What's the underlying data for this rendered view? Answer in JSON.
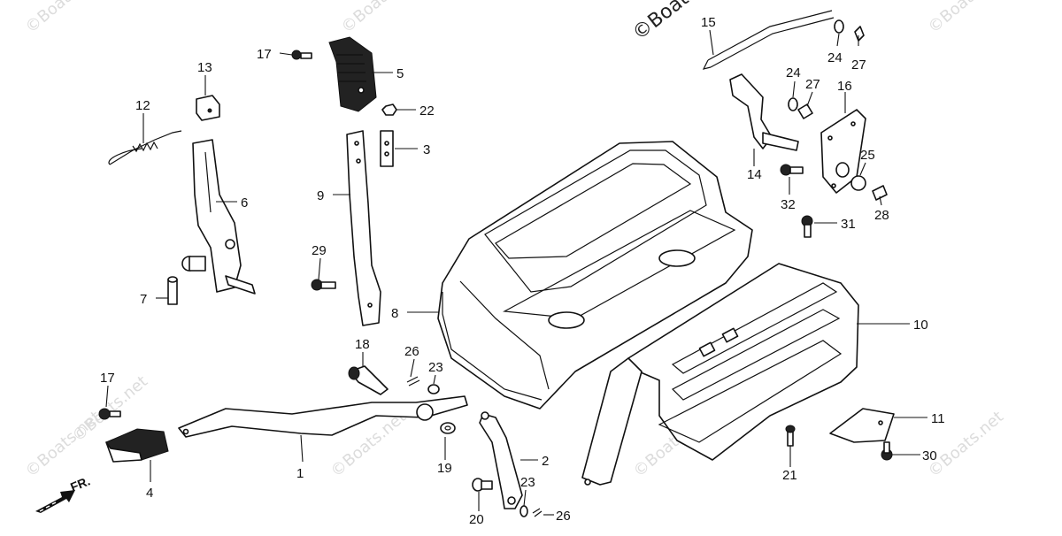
{
  "watermark": "©Boats.net",
  "brand_text": "©Boats",
  "direction_label": "FR.",
  "callouts": [
    {
      "id": "c1",
      "text": "1"
    },
    {
      "id": "c2",
      "text": "2"
    },
    {
      "id": "c3",
      "text": "3"
    },
    {
      "id": "c4",
      "text": "4"
    },
    {
      "id": "c5",
      "text": "5"
    },
    {
      "id": "c6",
      "text": "6"
    },
    {
      "id": "c7",
      "text": "7"
    },
    {
      "id": "c8",
      "text": "8"
    },
    {
      "id": "c9",
      "text": "9"
    },
    {
      "id": "c10",
      "text": "10"
    },
    {
      "id": "c11",
      "text": "11"
    },
    {
      "id": "c12",
      "text": "12"
    },
    {
      "id": "c13",
      "text": "13"
    },
    {
      "id": "c14",
      "text": "14"
    },
    {
      "id": "c15",
      "text": "15"
    },
    {
      "id": "c16",
      "text": "16"
    },
    {
      "id": "c17a",
      "text": "17"
    },
    {
      "id": "c17b",
      "text": "17"
    },
    {
      "id": "c18",
      "text": "18"
    },
    {
      "id": "c19",
      "text": "19"
    },
    {
      "id": "c20",
      "text": "20"
    },
    {
      "id": "c21",
      "text": "21"
    },
    {
      "id": "c22",
      "text": "22"
    },
    {
      "id": "c23a",
      "text": "23"
    },
    {
      "id": "c23b",
      "text": "23"
    },
    {
      "id": "c24a",
      "text": "24"
    },
    {
      "id": "c24b",
      "text": "24"
    },
    {
      "id": "c25",
      "text": "25"
    },
    {
      "id": "c26a",
      "text": "26"
    },
    {
      "id": "c26b",
      "text": "26"
    },
    {
      "id": "c27a",
      "text": "27"
    },
    {
      "id": "c27b",
      "text": "27"
    },
    {
      "id": "c28",
      "text": "28"
    },
    {
      "id": "c29",
      "text": "29"
    },
    {
      "id": "c30",
      "text": "30"
    },
    {
      "id": "c31",
      "text": "31"
    },
    {
      "id": "c32",
      "text": "32"
    }
  ]
}
